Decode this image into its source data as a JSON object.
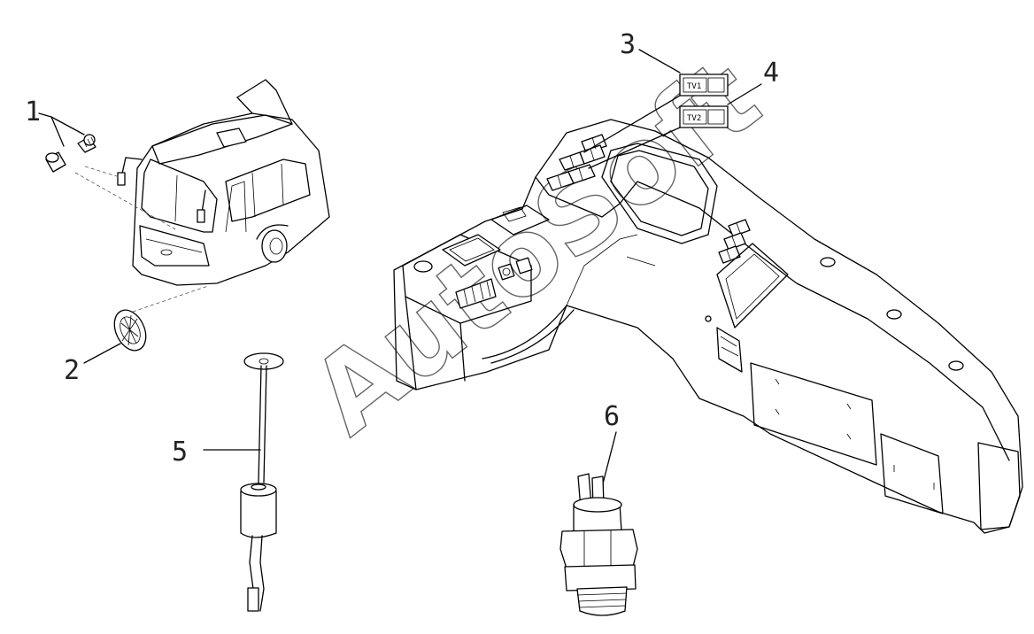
{
  "callouts": [
    "1",
    "2",
    "3",
    "4",
    "5",
    "6"
  ],
  "labels": {
    "tv1": "TV1",
    "tv2": "TV2"
  },
  "watermark": "AutoSoft"
}
